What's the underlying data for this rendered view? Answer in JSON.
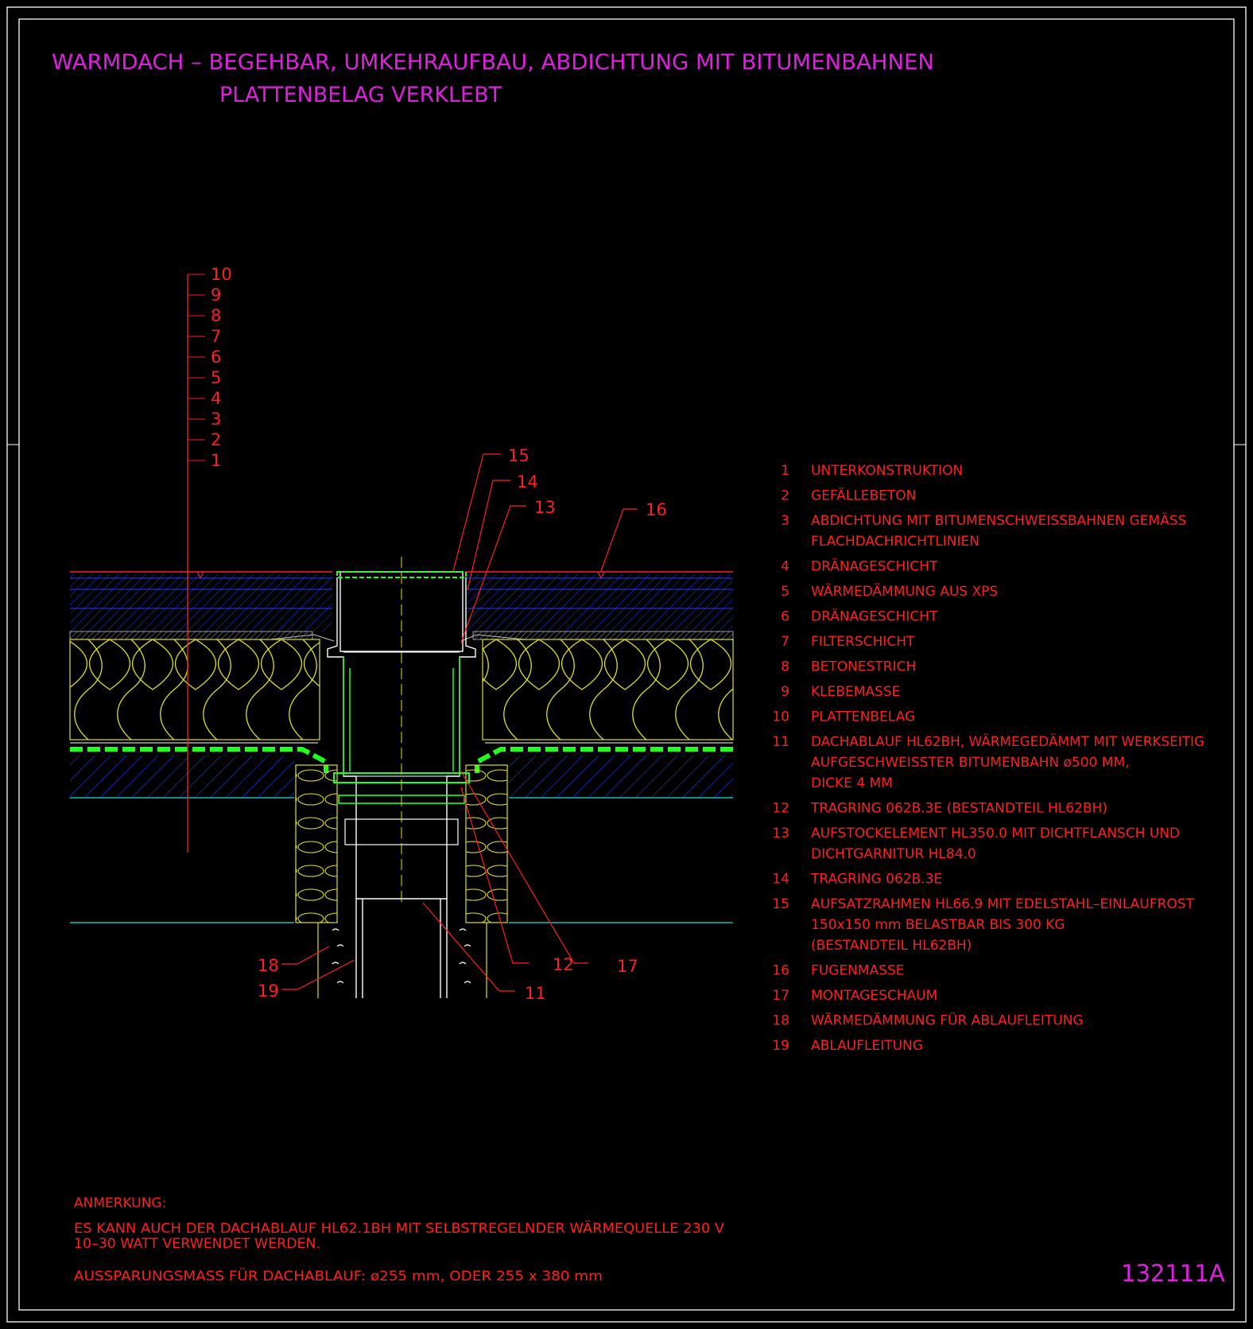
{
  "title": {
    "line1": "WARMDACH – BEGEHBAR, UMKEHRAUFBAU, ABDICHTUNG MIT BITUMENBAHNEN",
    "line2": "PLATTENBELAG VERKLEBT"
  },
  "layer_numbers": [
    "10",
    "9",
    "8",
    "7",
    "6",
    "5",
    "4",
    "3",
    "2",
    "1"
  ],
  "callouts": {
    "c15": "15",
    "c14": "14",
    "c13": "13",
    "c16": "16",
    "c12": "12",
    "c17": "17",
    "c18": "18",
    "c19": "19",
    "c11": "11"
  },
  "legend": [
    {
      "num": "1",
      "lines": [
        "UNTERKONSTRUKTION"
      ]
    },
    {
      "num": "2",
      "lines": [
        "GEFÄLLEBETON"
      ]
    },
    {
      "num": "3",
      "lines": [
        "ABDICHTUNG MIT BITUMENSCHWEISSBAHNEN GEMÄSS",
        "FLACHDACHRICHTLINIEN"
      ]
    },
    {
      "num": "4",
      "lines": [
        "DRÄNAGESCHICHT"
      ]
    },
    {
      "num": "5",
      "lines": [
        "WÄRMEDÄMMUNG AUS XPS"
      ]
    },
    {
      "num": "6",
      "lines": [
        "DRÄNAGESCHICHT"
      ]
    },
    {
      "num": "7",
      "lines": [
        "FILTERSCHICHT"
      ]
    },
    {
      "num": "8",
      "lines": [
        "BETONESTRICH"
      ]
    },
    {
      "num": "9",
      "lines": [
        "KLEBEMASSE"
      ]
    },
    {
      "num": "10",
      "lines": [
        "PLATTENBELAG"
      ]
    },
    {
      "num": "11",
      "lines": [
        "DACHABLAUF HL62BH, WÄRMEGEDÄMMT MIT WERKSEITIG",
        "AUFGESCHWEISSTER BITUMENBAHN ø500 MM,",
        "DICKE 4 MM"
      ]
    },
    {
      "num": "12",
      "lines": [
        "TRAGRING 062B.3E (BESTANDTEIL HL62BH)"
      ]
    },
    {
      "num": "13",
      "lines": [
        "AUFSTOCKELEMENT HL350.0 MIT DICHTFLANSCH UND",
        "DICHTGARNITUR HL84.0"
      ]
    },
    {
      "num": "14",
      "lines": [
        "TRAGRING 062B.3E"
      ]
    },
    {
      "num": "15",
      "lines": [
        "AUFSATZRAHMEN HL66.9 MIT EDELSTAHL–EINLAUFROST",
        "150x150 mm BELASTBAR BIS 300 KG",
        "(BESTANDTEIL HL62BH)"
      ]
    },
    {
      "num": "16",
      "lines": [
        "FUGENMASSE"
      ]
    },
    {
      "num": "17",
      "lines": [
        "MONTAGESCHAUM"
      ]
    },
    {
      "num": "18",
      "lines": [
        "WÄRMEDÄMMUNG FÜR ABLAUFLEITUNG"
      ]
    },
    {
      "num": "19",
      "lines": [
        "ABLAUFLEITUNG"
      ]
    }
  ],
  "note": {
    "heading": "ANMERKUNG:",
    "line1": "ES KANN AUCH DER DACHABLAUF HL62.1BH MIT SELBSTREGELNDER WÄRMEQUELLE 230 V",
    "line2": "10–30 WATT VERWENDET WERDEN.",
    "line3": "AUSSPARUNGSMASS FÜR DACHABLAUF: ø255 mm, ODER 255 x 380 mm"
  },
  "drawing_number": "132111A",
  "colors": {
    "background": "#000000",
    "title": "#e020e0",
    "text": "#ff2020",
    "insulation": "#e0e020",
    "blue_hatch": "#2040ff",
    "membrane": "#20ff20",
    "cyan": "#20e0e0",
    "frame": "#ffffff"
  }
}
